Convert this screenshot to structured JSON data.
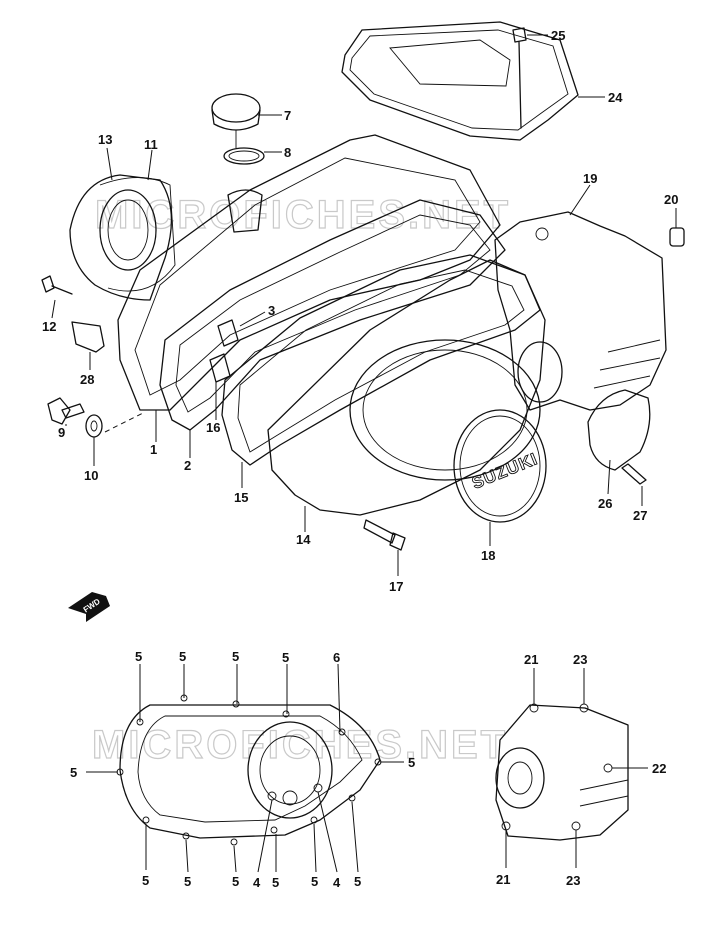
{
  "watermarks": [
    "MICROFICHES.NET",
    "MICROFICHES.NET"
  ],
  "badge": {
    "brand": "SUZUKI"
  },
  "direction_arrow": {
    "label": "FWD"
  },
  "callouts": [
    {
      "id": "c25",
      "text": "25"
    },
    {
      "id": "c24",
      "text": "24"
    },
    {
      "id": "c7",
      "text": "7"
    },
    {
      "id": "c8",
      "text": "8"
    },
    {
      "id": "c13",
      "text": "13"
    },
    {
      "id": "c11",
      "text": "11"
    },
    {
      "id": "c19",
      "text": "19"
    },
    {
      "id": "c20",
      "text": "20"
    },
    {
      "id": "c12",
      "text": "12"
    },
    {
      "id": "c3",
      "text": "3"
    },
    {
      "id": "c28",
      "text": "28"
    },
    {
      "id": "c9",
      "text": "9"
    },
    {
      "id": "c10",
      "text": "10"
    },
    {
      "id": "c1",
      "text": "1"
    },
    {
      "id": "c2",
      "text": "2"
    },
    {
      "id": "c16",
      "text": "16"
    },
    {
      "id": "c15",
      "text": "15"
    },
    {
      "id": "c14",
      "text": "14"
    },
    {
      "id": "c26",
      "text": "26"
    },
    {
      "id": "c27",
      "text": "27"
    },
    {
      "id": "c18",
      "text": "18"
    },
    {
      "id": "c17",
      "text": "17"
    },
    {
      "id": "g5a",
      "text": "5"
    },
    {
      "id": "g5b",
      "text": "5"
    },
    {
      "id": "g5c",
      "text": "5"
    },
    {
      "id": "g5d",
      "text": "5"
    },
    {
      "id": "g6",
      "text": "6"
    },
    {
      "id": "g5e",
      "text": "5"
    },
    {
      "id": "g5f",
      "text": "5"
    },
    {
      "id": "g5g",
      "text": "5"
    },
    {
      "id": "g5h",
      "text": "5"
    },
    {
      "id": "g5i",
      "text": "5"
    },
    {
      "id": "g4a",
      "text": "4"
    },
    {
      "id": "g5j",
      "text": "5"
    },
    {
      "id": "g5k",
      "text": "5"
    },
    {
      "id": "g4b",
      "text": "4"
    },
    {
      "id": "g5l",
      "text": "5"
    },
    {
      "id": "g21a",
      "text": "21"
    },
    {
      "id": "g23a",
      "text": "23"
    },
    {
      "id": "g22",
      "text": "22"
    },
    {
      "id": "g21b",
      "text": "21"
    },
    {
      "id": "g23b",
      "text": "23"
    }
  ]
}
